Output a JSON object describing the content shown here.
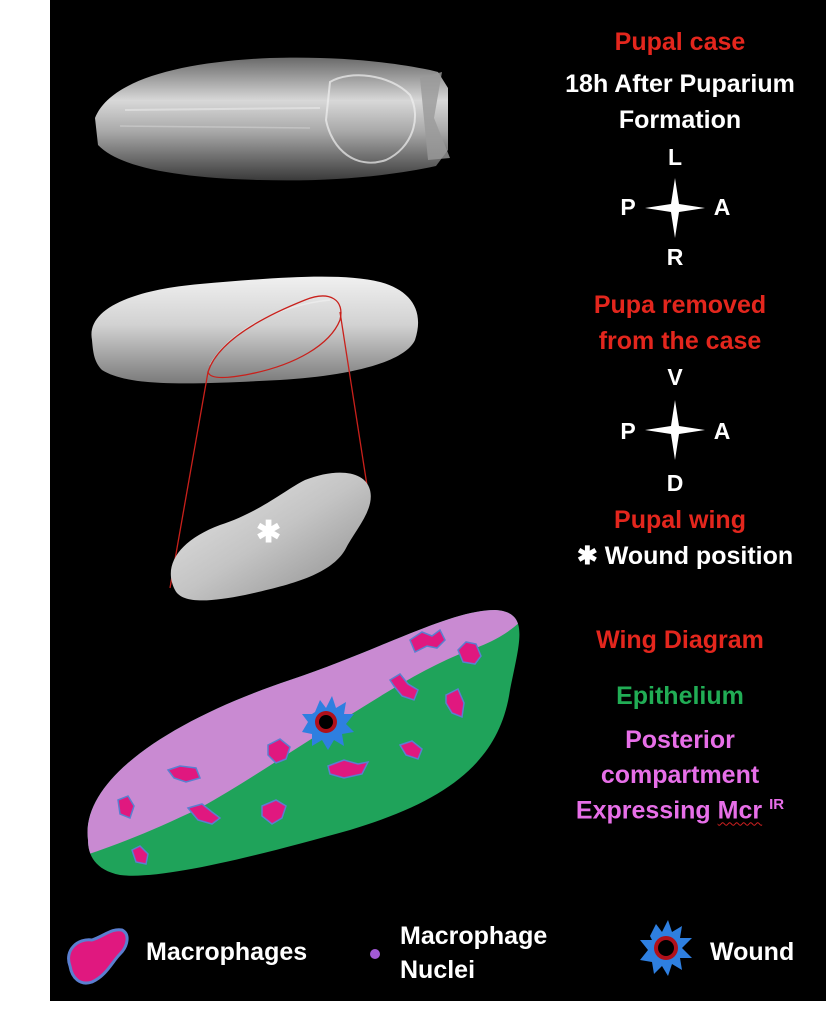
{
  "labels": {
    "pupal_case": "Pupal case",
    "time_line1": "18h After Puparium",
    "time_line2": "Formation",
    "compass1": {
      "top": "L",
      "left": "P",
      "right": "A",
      "bottom": "R"
    },
    "pupa_removed_line1": "Pupa removed",
    "pupa_removed_line2": "from the case",
    "compass2": {
      "top": "V",
      "left": "P",
      "right": "A",
      "bottom": "D"
    },
    "pupal_wing": "Pupal wing",
    "wound_position": "Wound position",
    "asterisk": "✱",
    "wing_diagram": "Wing Diagram",
    "epithelium": "Epithelium",
    "posterior_line1": "Posterior",
    "posterior_line2": "compartment",
    "expressing": "Expressing",
    "mcr": "Mcr",
    "mcr_superscript": "IR"
  },
  "legend": {
    "macrophages": "Macrophages",
    "nuclei_line1": "Macrophage",
    "nuclei_line2": "Nuclei",
    "wound": "Wound"
  },
  "colors": {
    "red_label": "#e3261d",
    "epithelium": "#1fa35a",
    "posterior": "#c98ad2",
    "macrophage_fill": "#e0187f",
    "macrophage_outline": "#4a78c8",
    "nucleus": "#a35ad6",
    "wound": "#2e7fe0"
  },
  "icons": [
    "compass-cross-icon",
    "macrophage-icon",
    "nucleus-dot-icon",
    "wound-icon",
    "asterisk-icon"
  ]
}
